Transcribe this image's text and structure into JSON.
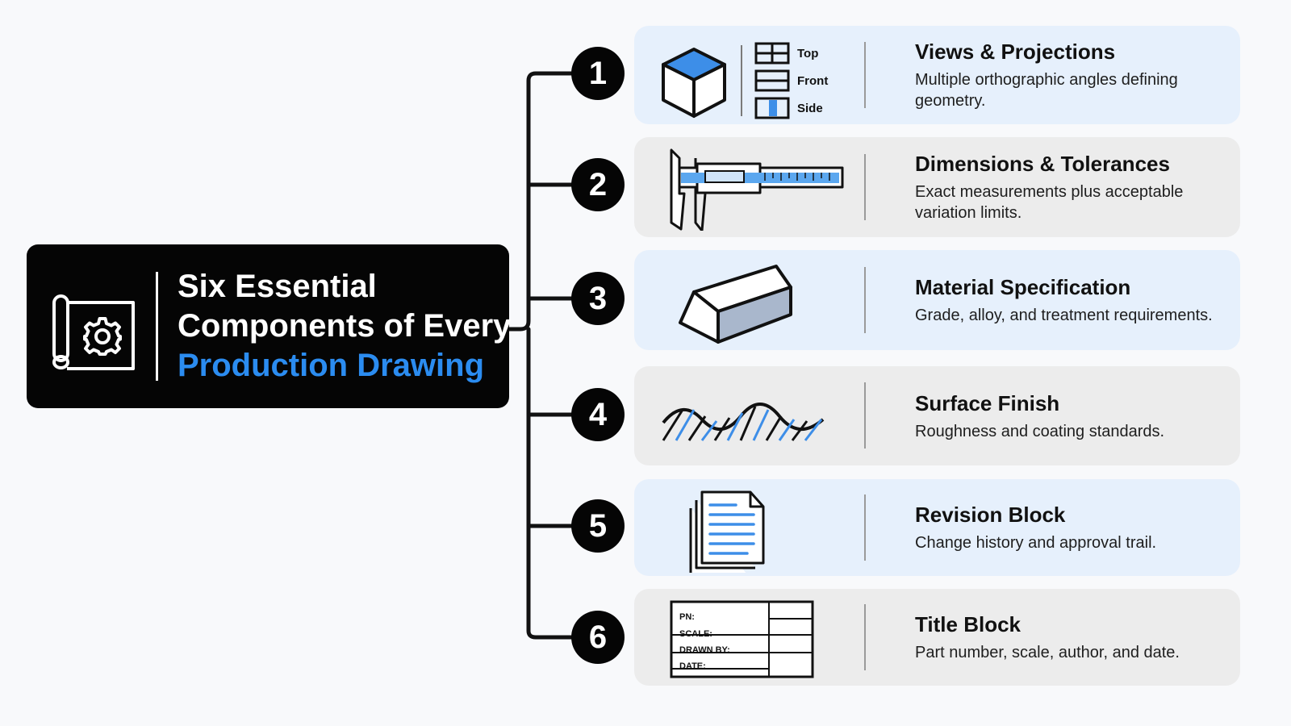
{
  "title": {
    "line1": "Six Essential",
    "line2": "Components of Every",
    "line3": "Production Drawing",
    "accent_color": "#2b8cf0",
    "icon": "blueprint-gear-icon"
  },
  "components": [
    {
      "number": "1",
      "name": "Views & Projections",
      "description": "Multiple orthographic angles defining geometry.",
      "icon": "cube-views-icon",
      "view_labels": [
        "Top",
        "Front",
        "Side"
      ]
    },
    {
      "number": "2",
      "name": "Dimensions & Tolerances",
      "description": "Exact measurements plus acceptable variation limits.",
      "icon": "caliper-icon"
    },
    {
      "number": "3",
      "name": "Material Specification",
      "description": "Grade, alloy, and treatment requirements.",
      "icon": "metal-ingot-icon"
    },
    {
      "number": "4",
      "name": "Surface Finish",
      "description": "Roughness and coating standards.",
      "icon": "surface-roughness-icon"
    },
    {
      "number": "5",
      "name": "Revision Block",
      "description": "Change history and approval trail.",
      "icon": "documents-icon"
    },
    {
      "number": "6",
      "name": "Title Block",
      "description": "Part number, scale, author, and date.",
      "icon": "title-block-icon",
      "block_fields": [
        "PN:",
        "SCALE:",
        "DRAWN BY:",
        "DATE:"
      ]
    }
  ]
}
